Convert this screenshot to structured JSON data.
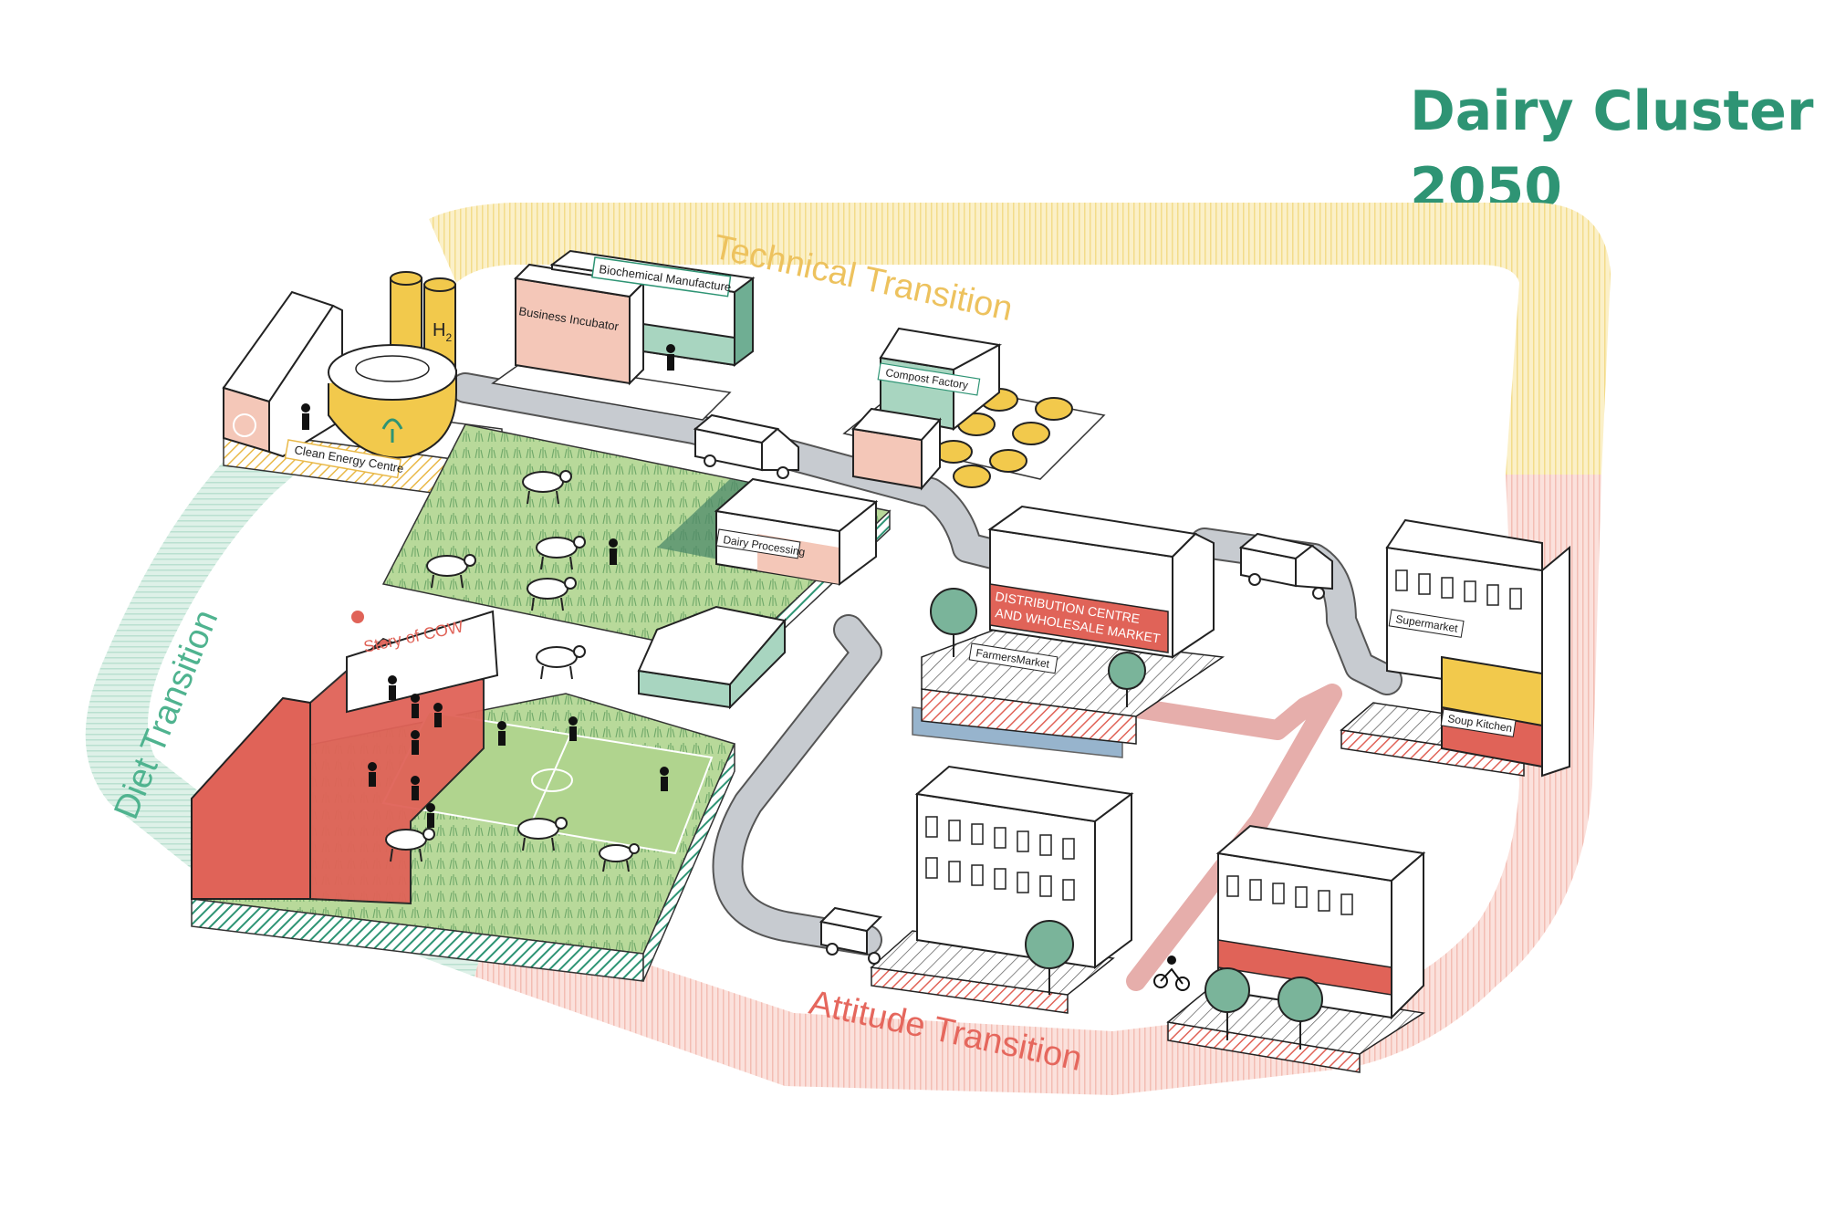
{
  "title": {
    "line1": "Dairy Cluster",
    "line2": "2050"
  },
  "transitions": {
    "technical": "Technical Transition",
    "diet": "Diet Transition",
    "attitude": "Attitude Transition"
  },
  "labels": {
    "clean_energy": "Clean Energy Centre",
    "h2": "H",
    "h2_sub": "2",
    "business_incubator": "Business Incubator",
    "biochemical": "Biochemical Manufacture",
    "compost": "Compost Factory",
    "dairy_processing": "Dairy Processing",
    "distribution_line1": "DISTRIBUTION CENTRE",
    "distribution_line2": "AND WHOLESALE MARKET",
    "farmers_market": "FarmersMarket",
    "supermarket": "Supermarket",
    "soup_kitchen": "Soup Kitchen",
    "story_of_cow": "Story of COW"
  },
  "colors": {
    "title_green": "#2e9474",
    "technical_yellow": "#f3dc8a",
    "diet_green": "#a9d9c7",
    "attitude_red": "#f0a59c",
    "grass": "#b8d99a",
    "road": "#c7cbd0",
    "brick_red": "#e06358",
    "pink": "#f4c7b8",
    "mint": "#a8d5c0",
    "gold": "#f2c94c"
  }
}
